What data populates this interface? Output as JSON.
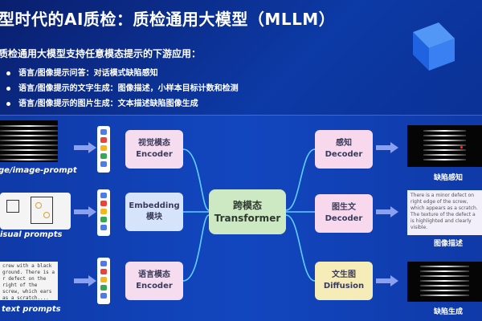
{
  "title": "型时代的AI质检：质检通用大模型（MLLM）",
  "intro": "质检通用大模型支持任意模态提示的下游应用：",
  "bullets": [
    "语言/图像提示问答：对话模式缺陷感知",
    "语言/图像提示的文字生成：图像描述，小样本目标计数和检测",
    "语言/图像提示的图片生成：文本描述缺陷图像生成"
  ],
  "inputs": {
    "image_caption": "ge/image-prompt",
    "visual_caption": "isual prompts",
    "text_caption": "text prompts",
    "text_prompt": "crew with a black ground. There is a r defect on the right of the screw, which ears as a scratch...."
  },
  "encoders": {
    "visual": {
      "line1": "视觉模态",
      "line2": "Encoder"
    },
    "embedding": {
      "line1": "Embedding",
      "line2": "模块"
    },
    "language": {
      "line1": "语言模态",
      "line2": "Encoder"
    }
  },
  "center": {
    "line1": "跨模态",
    "line2": "Transformer"
  },
  "decoders": {
    "perception": {
      "line1": "感知",
      "line2": "Decoder"
    },
    "img2text": {
      "line1": "图生文",
      "line2": "Decoder"
    },
    "text2img": {
      "line1": "文生图",
      "line2": "Diffusion"
    }
  },
  "outputs": {
    "perception_caption": "缺陷感知",
    "description_caption": "图像描述",
    "generation_caption": "缺陷生成",
    "description_text": "There is a minor defect on right edge of the screw, which appears as a scratch. The texture of the defect a is highlighted and clearly visible."
  },
  "colors": {
    "background": "#0c3aa6",
    "encoder_pink": "#f6dcef",
    "encoder_blue": "#d6e4fb",
    "center_green": "#cde9c4",
    "decoder_pink": "#f7d8ec",
    "decoder_yellow": "#f6ecb8",
    "arrow": "#8aa0f0"
  }
}
